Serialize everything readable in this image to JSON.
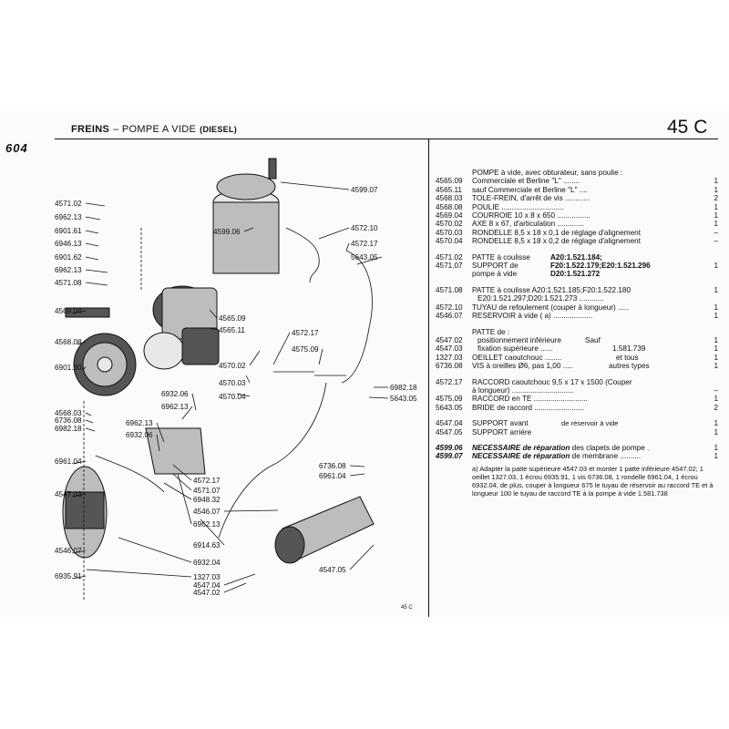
{
  "header": {
    "logo": "604",
    "title_main": "FREINS",
    "title_sub": "– POMPE A VIDE",
    "title_detail": "(DIESEL)",
    "page_code": "45 C"
  },
  "footer": {
    "page_ref": "45 C"
  },
  "diagram": {
    "callouts": [
      "4571.02",
      "6962.13",
      "6901.61",
      "6946.13",
      "6901.62",
      "6962.13",
      "4571.08",
      "4569.04",
      "4568.08",
      "6901.30",
      "4568.03",
      "6736.08",
      "6982.18",
      "6961.04",
      "4547.03",
      "4546.07",
      "6935.91",
      "4599.07",
      "4599.06",
      "4572.10",
      "4572.17",
      "5643.05",
      "4565.09",
      "4565.11",
      "4570.02",
      "4570.03",
      "4570.04",
      "4572.17",
      "4575.09",
      "6982.18",
      "5643.05",
      "6932.06",
      "6962.13",
      "6962.13",
      "6932.06",
      "4572.17",
      "4571.07",
      "6948.32",
      "4546.07",
      "6962.13",
      "6914.63",
      "6932.04",
      "1327.03",
      "4547.04",
      "4547.02",
      "6736.08",
      "6961.04",
      "4547.05"
    ]
  },
  "parts": {
    "rows": [
      {
        "ref": "",
        "desc": "POMPE à vide, avec obturateur, sans poulie :",
        "qty": ""
      },
      {
        "ref": "4565.09",
        "desc": "   Commerciale et Berline \"L\" ........",
        "qty": "1"
      },
      {
        "ref": "4565.11",
        "desc": "   sauf Commerciale et Berline \"L\" ....",
        "qty": "1"
      },
      {
        "ref": "4568.03",
        "desc": "TOLE-FREIN, d'arrêt de vis ............",
        "qty": "2"
      },
      {
        "ref": "4568.08",
        "desc": "POULIE ..............................",
        "qty": "1"
      },
      {
        "ref": "4569.04",
        "desc": "COURROIE 10 x 8 x 650 ................",
        "qty": "1"
      },
      {
        "ref": "4570.02",
        "desc": "AXE 8 x 67, d'articulation .............",
        "qty": "1"
      },
      {
        "ref": "4570.03",
        "desc": "RONDELLE 8,5 x 18 x 0,1 de réglage d'alignement",
        "qty": "–"
      },
      {
        "ref": "4570.04",
        "desc": "RONDELLE 8,5 x 18 x 0,2 de réglage d'alignement",
        "qty": "–"
      }
    ],
    "patte1": {
      "ref1": "4571.02",
      "desc1": "PATTE à coulisse",
      "ref2": "4571.07",
      "desc2": "SUPPORT de",
      "desc3": "pompe à vide",
      "models1": "A20:1.521.184;",
      "models2": "F20:1.522.179;E20:1.521.296",
      "models3": "D20:1.521.272",
      "qty": "1"
    },
    "patte2": {
      "ref": "4571.08",
      "line1": "PATTE à coulisse  A20:1.521.185;F20:1.522.180",
      "line2": "E20:1.521.297;D20:1.521.273 ............",
      "qty": "1"
    },
    "rows2": [
      {
        "ref": "4572.10",
        "desc": "TUYAU de refoulement (couper à longueur) .....",
        "qty": "1"
      },
      {
        "ref": "4546.07",
        "desc": "RESERVOIR à vide ( a) ...................",
        "qty": "1"
      }
    ],
    "patte3": {
      "title": "PATTE de :",
      "r1": {
        "ref": "4547.02",
        "desc": "positionnement inférieure"
      },
      "r2": {
        "ref": "4547.03",
        "desc": "fixation supérieure ......"
      },
      "r3": {
        "ref": "1327.03",
        "desc": "OEILLET caoutchouc ........"
      },
      "r4": {
        "ref": "6736.08",
        "desc": "VIS à oreilles Ø6, pas 1,00 ....."
      },
      "sauf": "Sauf",
      "num": "1.581.739",
      "ettous": "et tous",
      "autres": "autres types",
      "qty": "1"
    },
    "rows3": [
      {
        "ref": "4572.17",
        "desc": "RACCORD caoutchouc 9,5 x 17 x 1500 (Couper",
        "qty": ""
      },
      {
        "ref": "",
        "desc": "   à longueur) ..............................",
        "qty": "–"
      },
      {
        "ref": "4575.09",
        "desc": "RACCORD en TE ..........................",
        "qty": "1"
      },
      {
        "ref": "5643.05",
        "desc": "BRIDE de raccord ........................",
        "qty": "2"
      }
    ],
    "support": {
      "ref1": "4547.04",
      "desc1": "SUPPORT avant",
      "ref2": "4547.05",
      "desc2": "SUPPORT arrière",
      "mid": "de réservoir à vide",
      "qty": "1"
    },
    "kits": [
      {
        "ref": "4599.06",
        "desc1": "NECESSAIRE de réparation",
        "desc2": " des clapets de pompe .",
        "qty": "1"
      },
      {
        "ref": "4599.07",
        "desc1": "NECESSAIRE de réparation",
        "desc2": " de membrane ..........",
        "qty": "1"
      }
    ],
    "note": "a)  Adapter la patte supérieure 4547.03 et monter 1 patte inférieure 4547.02; 1 oeillet 1327.03, 1 écrou 6935.91, 1 vis 6736.08, 1 rondelle 6961.04, 1 écrou 6932.04, de plus, couper à longueur 675 le tuyau de réservoir au raccord TE et à longueur 100 le tuyau de raccord TE à la pompe à vide  1.581.738"
  }
}
